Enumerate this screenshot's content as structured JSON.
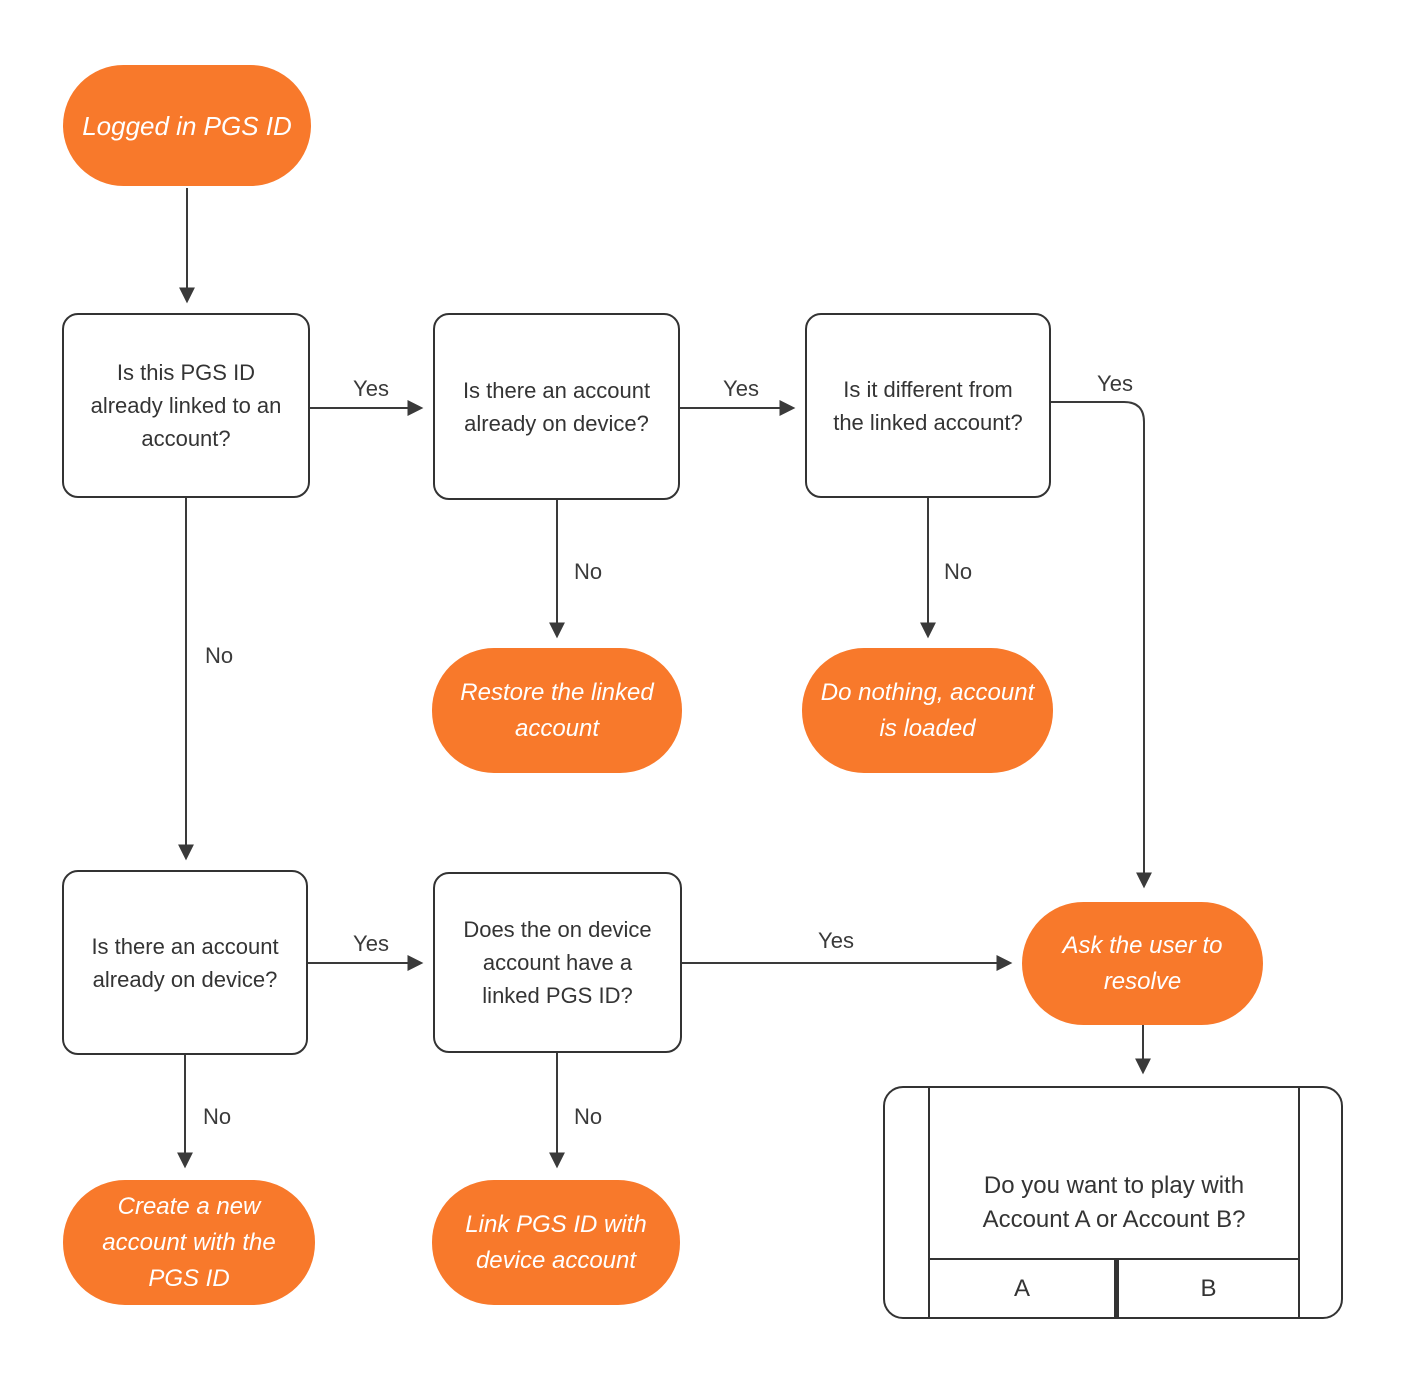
{
  "colors": {
    "accent_orange": "#F8792B",
    "line": "#3A3A3A",
    "node_border": "#333333",
    "text_dark": "#343434",
    "text_light": "#FFFFFF",
    "background": "#FFFFFF"
  },
  "labels": {
    "yes": "Yes",
    "no": "No"
  },
  "nodes": {
    "start": {
      "type": "terminal",
      "label": "Logged in PGS ID"
    },
    "q_pgs_linked": {
      "type": "decision",
      "label": "Is this PGS ID already linked to an account?"
    },
    "q_account_on_device_top": {
      "type": "decision",
      "label": "Is there an account already on device?"
    },
    "q_different_from_linked": {
      "type": "decision",
      "label": "Is it different from the linked account?"
    },
    "restore_linked": {
      "type": "terminal",
      "label": "Restore the linked account"
    },
    "do_nothing": {
      "type": "terminal",
      "label": "Do nothing, account is loaded"
    },
    "q_account_on_device_bottom": {
      "type": "decision",
      "label": "Is there an account already on device?"
    },
    "q_device_account_has_pgs": {
      "type": "decision",
      "label": "Does the on device account have a linked PGS ID?"
    },
    "ask_user_to_resolve": {
      "type": "terminal",
      "label": "Ask the user to resolve"
    },
    "create_new_account": {
      "type": "terminal",
      "label": "Create a new account with the PGS  ID"
    },
    "link_pgs_with_device": {
      "type": "terminal",
      "label": "Link PGS ID with device account"
    },
    "dialog": {
      "type": "dialog",
      "question": "Do you want to play with Account A or Account B?",
      "button_a": "A",
      "button_b": "B"
    }
  }
}
